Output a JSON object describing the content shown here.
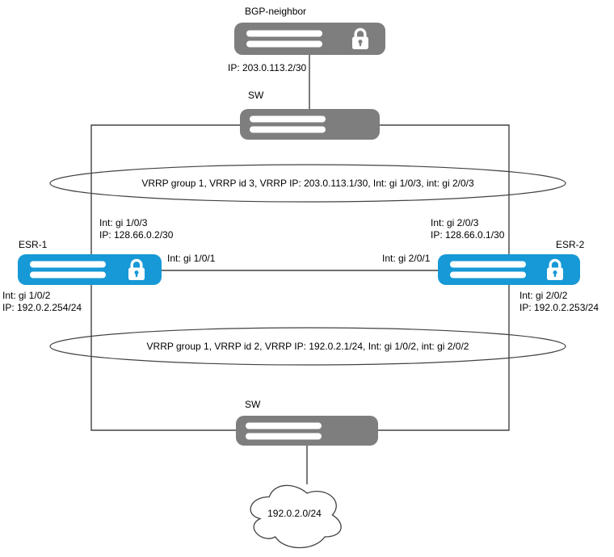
{
  "colors": {
    "device_blue": "#1699d6",
    "device_gray": "#7e7e7e",
    "line": "#424242",
    "label_text": "#000000",
    "canvas_bg": "#ffffff"
  },
  "nodes": {
    "bgp_neighbor": {
      "title": "BGP-neighbor",
      "ip": "IP: 203.0.113.2/30"
    },
    "sw_top": {
      "title": "SW"
    },
    "esr_1": {
      "title": "ESR-1",
      "int_wan": "Int: gi 1/0/3",
      "ip_wan": "IP: 128.66.0.2/30",
      "int_link": "Int: gi 1/0/1",
      "int_lan": "Int: gi 1/0/2",
      "ip_lan": "IP: 192.0.2.254/24"
    },
    "esr_2": {
      "title": "ESR-2",
      "int_wan": "Int: gi 2/0/3",
      "ip_wan": "IP: 128.66.0.1/30",
      "int_link": "Int: gi 2/0/1",
      "int_lan": "Int: gi 2/0/2",
      "ip_lan": "IP: 192.0.2.253/24"
    },
    "sw_bottom": {
      "title": "SW"
    },
    "lan_cloud": {
      "title": "192.0.2.0/24"
    }
  },
  "vrrp": {
    "upstream": "VRRP group 1, VRRP id 3, VRRP IP: 203.0.113.1/30, Int: gi 1/0/3, int: gi 2/0/3",
    "downstream": "VRRP group 1, VRRP id 2, VRRP IP: 192.0.2.1/24, Int: gi 1/0/2, int: gi 2/0/2"
  }
}
